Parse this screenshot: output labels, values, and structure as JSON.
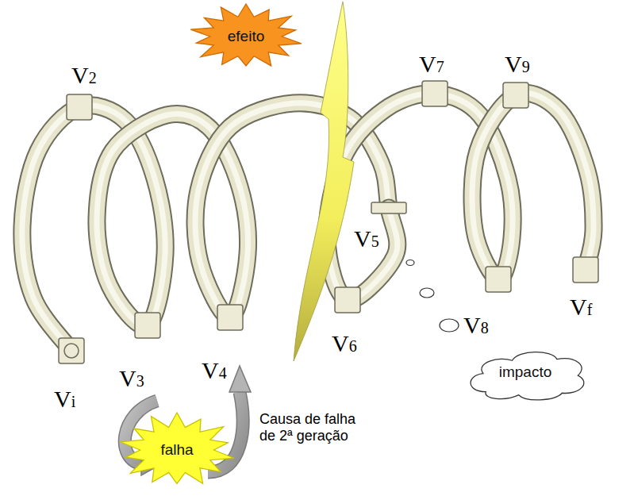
{
  "diagram": {
    "nodes": [
      {
        "text": [
          "efeito"
        ]
      },
      {
        "text": [
          "impacto"
        ]
      },
      {
        "text": [
          "falha"
        ]
      }
    ],
    "labels": [
      "V2",
      "V7",
      "V9",
      "V5",
      "V6",
      "V8",
      "Vf",
      "Vi",
      "V3",
      "V4",
      "Causa de falha de 2ª geração"
    ]
  }
}
